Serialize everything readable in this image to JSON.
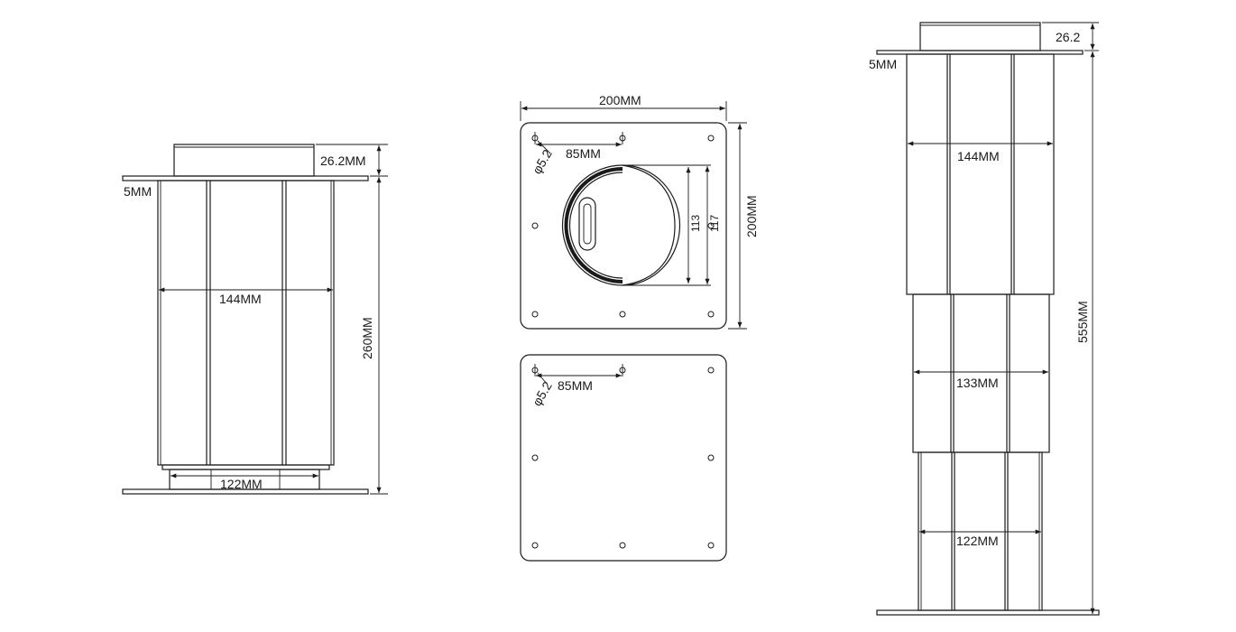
{
  "left_view": {
    "top_height": "26.2MM",
    "flange": "5MM",
    "width": "144MM",
    "height": "260MM",
    "base_width": "122MM"
  },
  "top_plate": {
    "width": "200MM",
    "height": "200MM",
    "hole": "φ5.2",
    "hole_spacing": "85MM",
    "inner": "113",
    "outer": "117"
  },
  "bottom_plate": {
    "hole": "φ5.2",
    "hole_spacing": "85MM"
  },
  "right_view": {
    "top_height": "26.2",
    "flange": "5MM",
    "upper_width": "144MM",
    "middle_width": "133MM",
    "lower_width": "122MM",
    "height": "555MM"
  }
}
